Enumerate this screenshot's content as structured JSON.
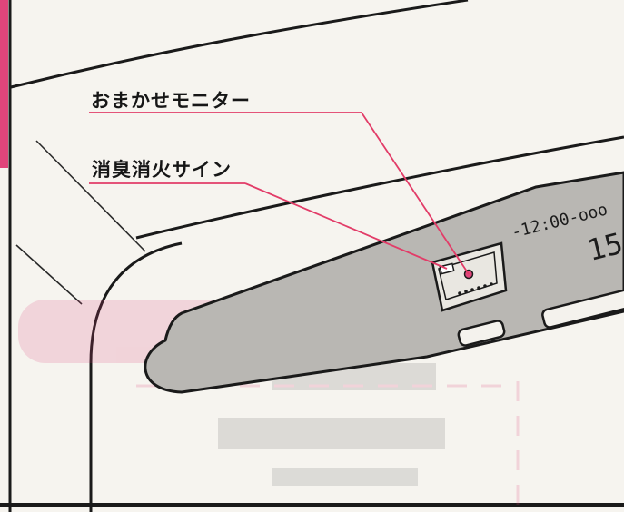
{
  "callouts": {
    "omakase_monitor": "おまかせモニター",
    "deodorize_extinguish_sign": "消臭消火サイン"
  },
  "panel": {
    "clock": "-12:00-ooo",
    "digit": "15"
  },
  "colors": {
    "accent_pink": "#e0457b",
    "leader_line": "#e23c68",
    "panel_gray": "#b9b7b3",
    "paper": "#f6f4ef"
  }
}
